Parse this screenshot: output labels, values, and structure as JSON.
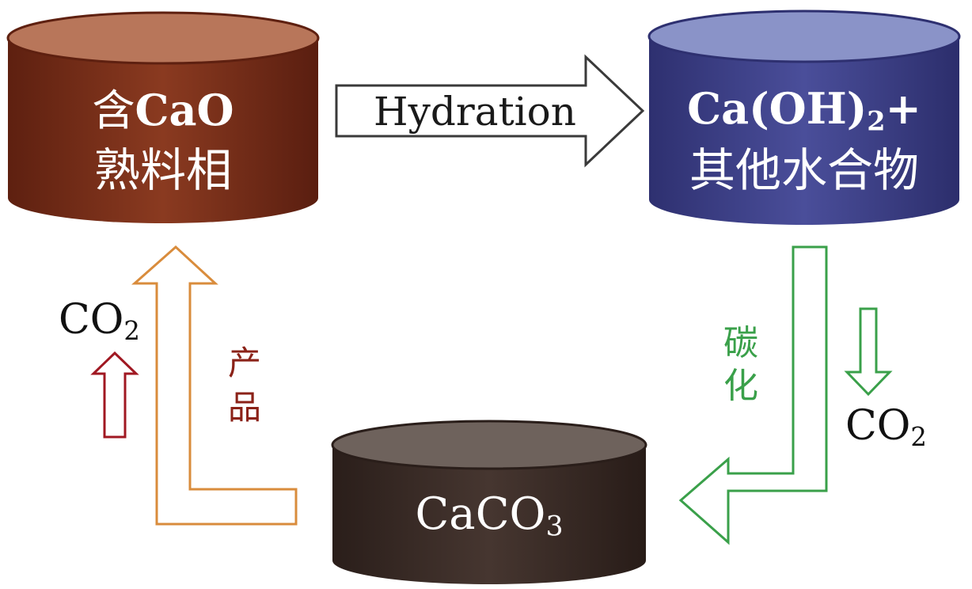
{
  "cylinders": {
    "cao": {
      "line1_prefix": "含",
      "line1_formula": "CaO",
      "line2": "熟料相"
    },
    "hydrate": {
      "line1_formula": "Ca(OH)",
      "line1_sub": "2",
      "line1_suffix": "+",
      "line2": "其他水合物"
    },
    "carbonate": {
      "formula": "CaCO",
      "sub": "3"
    }
  },
  "arrows": {
    "hydration": {
      "label": "Hydration"
    },
    "carbonation": {
      "label_char1": "碳",
      "label_char2": "化"
    },
    "product": {
      "label_char1": "产",
      "label_char2": "品"
    }
  },
  "co2_release": {
    "formula": "CO",
    "sub": "2"
  },
  "co2_uptake": {
    "formula": "CO",
    "sub": "2"
  },
  "colors": {
    "cao_body": "#7a2e18",
    "cao_top": "#b8765a",
    "hydrate_body": "#3c3f88",
    "hydrate_top": "#8a93c8",
    "carbonate_body": "#3a2a24",
    "carbonate_top": "#6e625c",
    "green": "#3aa04a",
    "orange": "#d98c3c",
    "dark_red": "#a01822",
    "label_red": "#8b2218"
  }
}
